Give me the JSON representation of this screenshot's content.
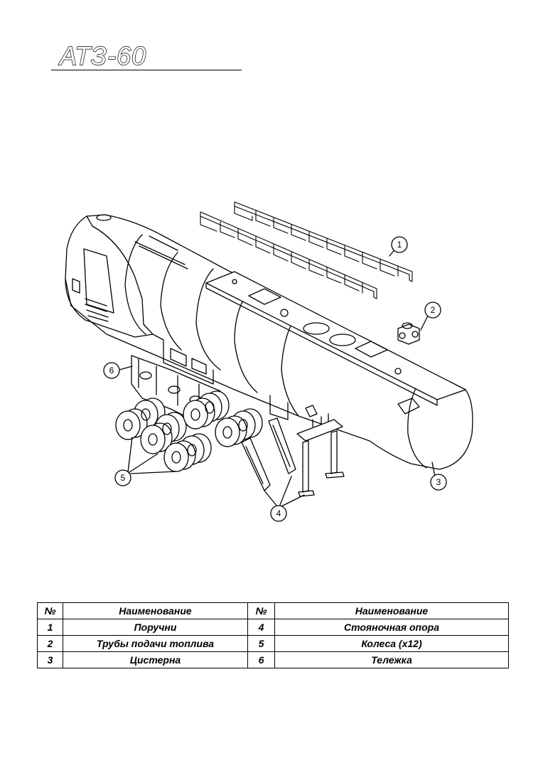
{
  "title": "АТЗ-60",
  "callouts": [
    "1",
    "2",
    "3",
    "4",
    "5",
    "6"
  ],
  "table": {
    "headers": [
      "№",
      "Наименование",
      "№",
      "Наименование"
    ],
    "rows": [
      {
        "no1": "1",
        "name1": "Поручни",
        "no2": "4",
        "name2": "Стояночная опора"
      },
      {
        "no1": "2",
        "name1": "Трубы подачи топлива",
        "no2": "5",
        "name2": "Колеса (x12)"
      },
      {
        "no1": "3",
        "name1": "Цистерна",
        "no2": "6",
        "name2": "Тележка"
      }
    ]
  }
}
